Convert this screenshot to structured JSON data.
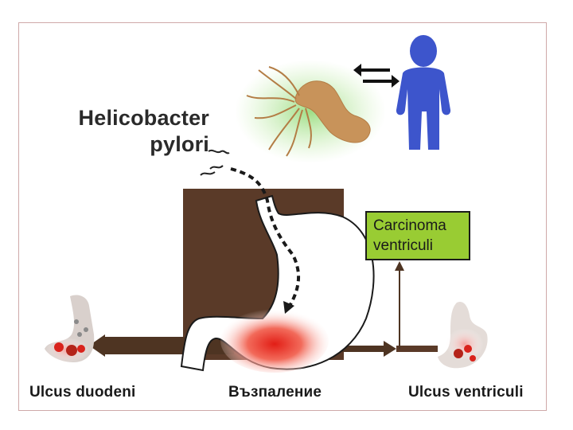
{
  "helicobacter": {
    "line1": "Helicobacter",
    "line2": "pylori"
  },
  "carcinoma": {
    "line1": "Carcinoma",
    "line2": "ventriculi"
  },
  "outcomes": {
    "ulcus_duodeni": "Ulcus duodeni",
    "inflammation": "Възпаление",
    "ulcus_ventriculi": "Ulcus ventriculi"
  },
  "colors": {
    "background_panel": "#5a3a28",
    "arrow": "#4e3422",
    "carcinoma_box": "#99cc33",
    "human_figure": "#3d55cc",
    "bacterium": "#c8935a",
    "inflammation": "#d9231c"
  },
  "icons": [
    "bacterium-icon",
    "human-figure-icon",
    "exchange-arrows-icon",
    "stomach-icon",
    "duodenum-icon",
    "small-stomach-icon"
  ]
}
